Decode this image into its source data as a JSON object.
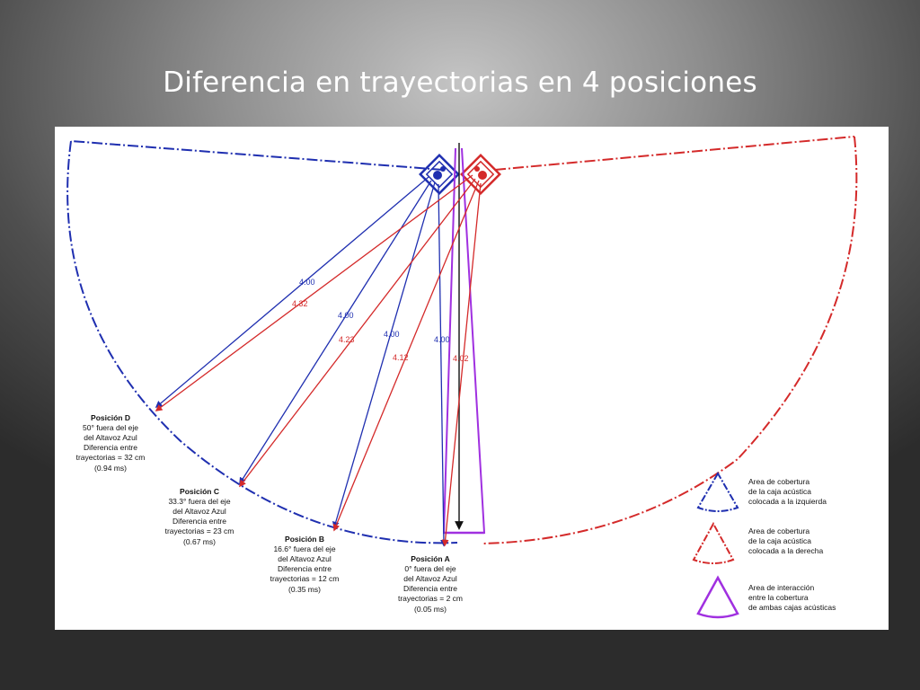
{
  "slide": {
    "title": "Diferencia en trayectorias en 4 posiciones"
  },
  "colors": {
    "blue": "#1f2fb0",
    "red": "#d42a2a",
    "purple": "#a030e0",
    "black": "#111111"
  },
  "distances": {
    "blue": [
      "4.00",
      "4.00",
      "4.00",
      "4.00"
    ],
    "red": [
      "4.32",
      "4.23",
      "4.12",
      "4.02"
    ]
  },
  "positions": [
    {
      "key": "D",
      "title": "Posición D",
      "lines": [
        "50° fuera del eje",
        "del Altavoz Azul",
        "Diferencia entre",
        "trayectorias = 32 cm",
        "(0.94 ms)"
      ]
    },
    {
      "key": "C",
      "title": "Posición C",
      "lines": [
        "33.3° fuera del eje",
        "del Altavoz Azul",
        "Diferencia entre",
        "trayectorias = 23 cm",
        "(0.67 ms)"
      ]
    },
    {
      "key": "B",
      "title": "Posición B",
      "lines": [
        "16.6° fuera del eje",
        "del Altavoz Azul",
        "Diferencia entre",
        "trayectorias = 12 cm",
        "(0.35 ms)"
      ]
    },
    {
      "key": "A",
      "title": "Posición A",
      "lines": [
        "0° fuera del eje",
        "del Altavoz Azul",
        "Diferencia entre",
        "trayectorias = 2 cm",
        "(0.05 ms)"
      ]
    }
  ],
  "legend": [
    {
      "key": "left",
      "color": "blue",
      "lines": [
        "Area de cobertura",
        "de la caja acústica",
        "colocada a la izquierda"
      ]
    },
    {
      "key": "right",
      "color": "red",
      "lines": [
        "Area de cobertura",
        "de la caja acústica",
        "colocada a la derecha"
      ]
    },
    {
      "key": "both",
      "color": "purple",
      "lines": [
        "Area de interacción",
        "entre la cobertura",
        "de ambas cajas acústicas"
      ]
    }
  ]
}
